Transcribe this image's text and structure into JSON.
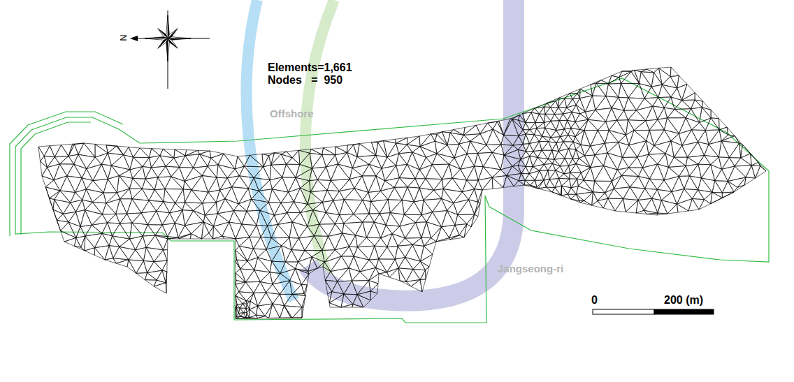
{
  "diagram": {
    "labels": [
      "Elements=1,661",
      "Nodes   =  950",
      "Offshore",
      "Jangseong-ri",
      "0",
      "200 (m)",
      "N"
    ]
  }
}
